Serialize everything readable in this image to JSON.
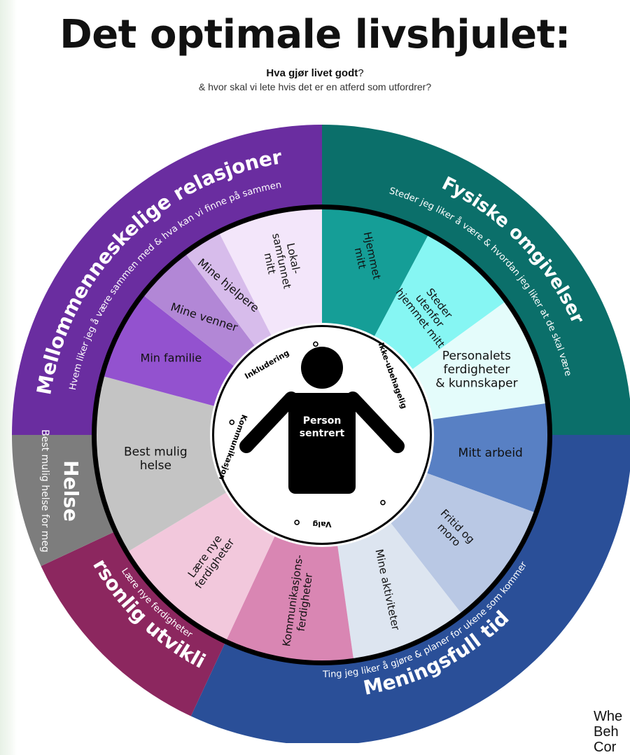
{
  "title": "Det optimale livshjulet:",
  "subtitle": {
    "question_bold": "Hva gjør livet godt",
    "question_mark": "?",
    "line2": "& hvor skal vi lete hvis det er en atferd som utfordrer?"
  },
  "colors": {
    "relasjoner": "#6a2da0",
    "fysiske": "#0b6f6a",
    "tid": "#2a4f98",
    "utvikling": "#8c275f",
    "helse": "#7d7d7d",
    "outline": "#000000"
  },
  "outer_sections": [
    {
      "title": "Mellommenneskelige relasjoner",
      "subtitle": "Hvem liker jeg å være sammen med & hva kan vi finne på sammen",
      "color": "#6a2da0"
    },
    {
      "title": "Fysiske omgivelser",
      "subtitle": "Steder jeg liker å være & hvordan jeg liker at de skal være",
      "color": "#0b6f6a"
    },
    {
      "title": "Meningsfull tid",
      "subtitle": "Ting jeg liker å gjøre & planer for ukene som kommer",
      "color": "#2a4f98"
    },
    {
      "title": "Personlig utvikling",
      "subtitle": "Lære nye ferdigheter",
      "color": "#8c275f"
    },
    {
      "title": "Helse",
      "subtitle": "Best mulig helse for meg",
      "color": "#7d7d7d"
    }
  ],
  "inner_segments": [
    {
      "label": "Lokal-\nsamfunnet\nmitt",
      "color": "#f3e6fa"
    },
    {
      "label": "Hjemmet\nmitt",
      "color": "#159e97"
    },
    {
      "label": "Steder\nutenfor\nhjemmet mitt",
      "color": "#86f6f3"
    },
    {
      "label": "Personalets\nferdigheter\n& kunnskaper",
      "color": "#e4fcfb"
    },
    {
      "label": "Mitt arbeid",
      "color": "#5880c4"
    },
    {
      "label": "Fritid og\nmoro",
      "color": "#b9c8e4"
    },
    {
      "label": "Mine aktiviteter",
      "color": "#dde5f0"
    },
    {
      "label": "Kommunikasjons-\nferdigheter",
      "color": "#d986b3"
    },
    {
      "label": "Lære nye\nferdigheter",
      "color": "#f2c8dc"
    },
    {
      "label": "Best mulig\nhelse",
      "color": "#c4c4c4"
    },
    {
      "label": "Min familie",
      "color": "#9352cf"
    },
    {
      "label": "Mine venner",
      "color": "#b287d6"
    },
    {
      "label": "Mine hjelpere",
      "color": "#d7bceb"
    }
  ],
  "center": {
    "label_line1": "Person",
    "label_line2": "sentrert",
    "values": [
      "Inkludering",
      "Ikke-ubehagelig",
      "Valg",
      "Kommunikasjon"
    ]
  },
  "corner_note": "Whe\nBeh\nCor"
}
